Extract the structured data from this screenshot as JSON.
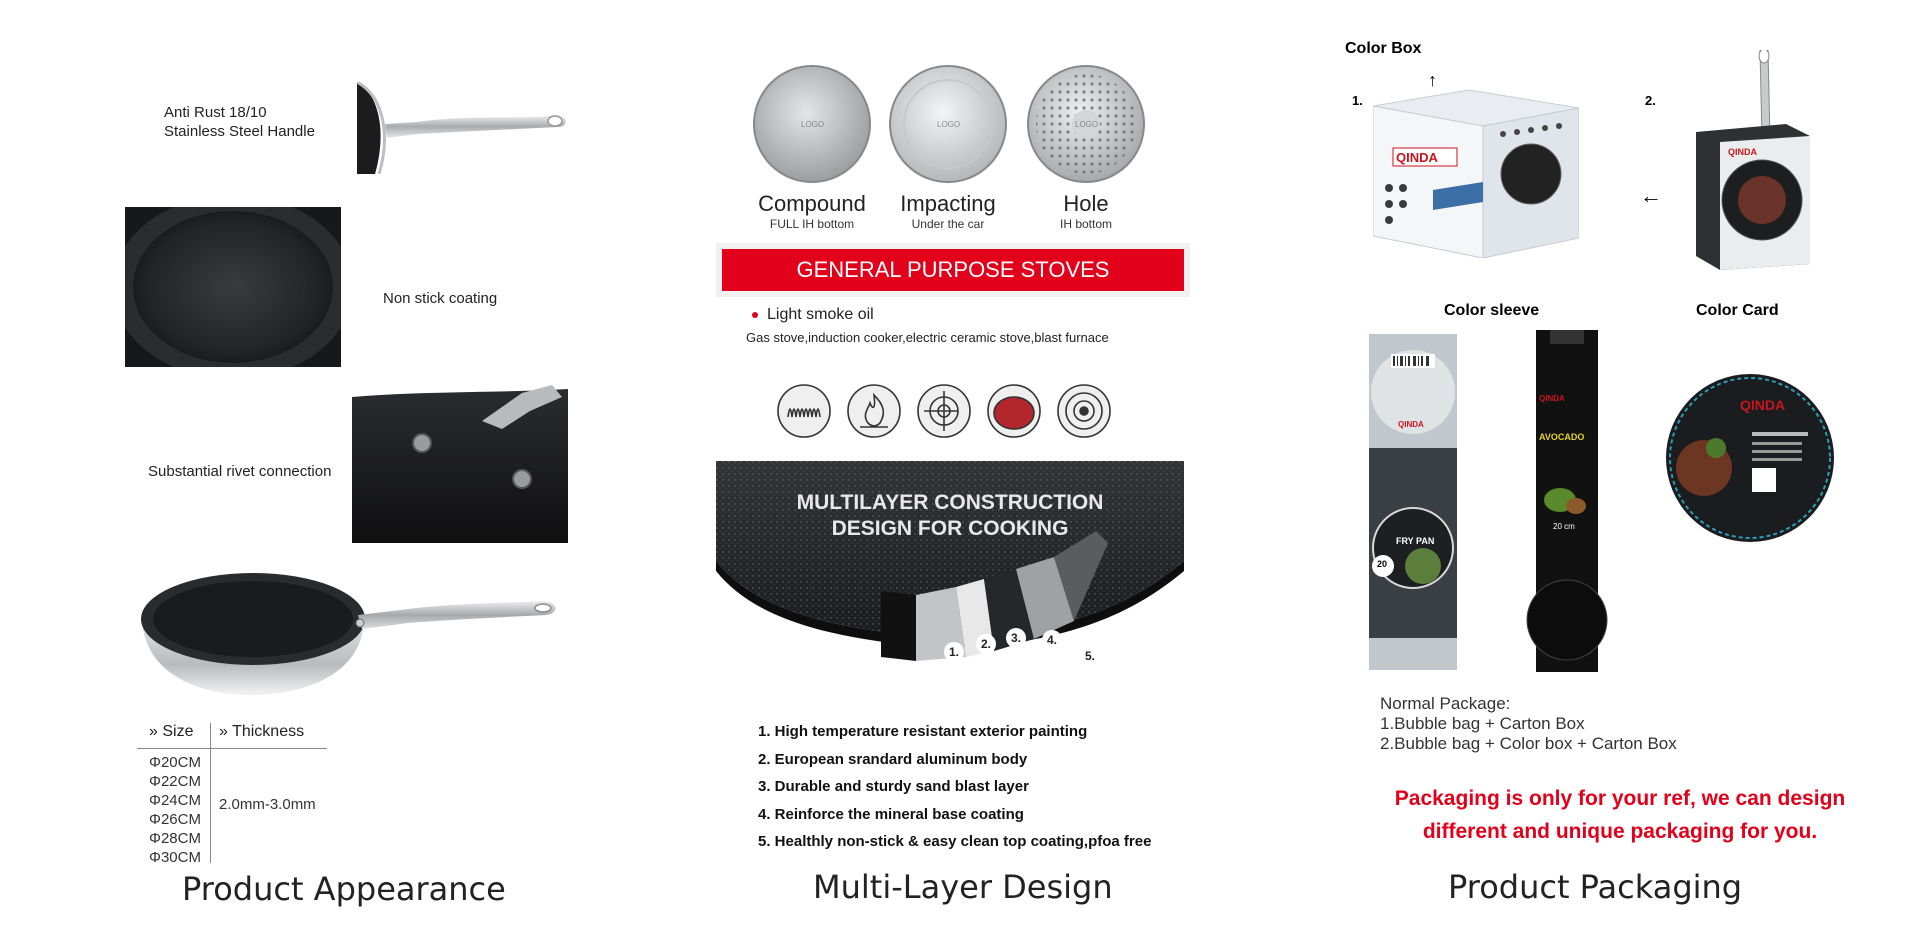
{
  "appearance": {
    "title": "Product Appearance",
    "labels": {
      "handle_line1": "Anti Rust 18/10",
      "handle_line2": "Stainless Steel Handle",
      "coating": "Non stick coating",
      "rivet": "Substantial rivet connection"
    },
    "size_table": {
      "size_header": "Size",
      "thickness_header": "Thickness",
      "sizes": [
        "Φ20CM",
        "Φ22CM",
        "Φ24CM",
        "Φ26CM",
        "Φ28CM",
        "Φ30CM"
      ],
      "thickness": "2.0mm-3.0mm"
    }
  },
  "multilayer": {
    "title": "Multi-Layer Design",
    "discs": [
      {
        "name": "Compound",
        "sub": "FULL IH bottom",
        "logo": "LOGO"
      },
      {
        "name": "Impacting",
        "sub": "Under the car",
        "logo": "LOGO"
      },
      {
        "name": "Hole",
        "sub": "IH bottom",
        "logo": "LOGO"
      }
    ],
    "banner": "GENERAL PURPOSE STOVES",
    "smoke": "Light smoke oil",
    "stoves": "Gas stove,induction cooker,electric ceramic stove,blast furnace",
    "stove_icons": [
      "coil-stove-icon",
      "gas-flame-icon",
      "gas-burner-icon",
      "ceramic-plate-icon",
      "induction-icon"
    ],
    "construction_line1": "MULTILAYER CONSTRUCTION",
    "construction_line2": "DESIGN FOR COOKING",
    "layer_numbers": [
      "1.",
      "2.",
      "3.",
      "4.",
      "5."
    ],
    "layers": [
      "1. High temperature resistant exterior painting",
      "2. European srandard aluminum body",
      "3. Durable and sturdy sand blast layer",
      "4. Reinforce the mineral base coating",
      "5. Healthly non-stick & easy clean top coating,pfoa free"
    ]
  },
  "packaging": {
    "title": "Product Packaging",
    "color_box": "Color Box",
    "color_sleeve": "Color sleeve",
    "color_card": "Color Card",
    "num1": "1.",
    "num2": "2.",
    "brand": "QINDA",
    "sleeve1_text": "FRY PAN",
    "sleeve1_size": "20",
    "sleeve2_text": "AVOCADO",
    "sleeve2_size": "20 cm",
    "normal_title": "Normal Package:",
    "normal_1": "1.Bubble bag + Carton Box",
    "normal_2": "2.Bubble bag + Color box + Carton Box",
    "note_line1": "Packaging is only for your ref, we can design",
    "note_line2": "different and unique packaging for you."
  },
  "colors": {
    "red": "#e2001a",
    "pan_black": "#1c1c1e",
    "steel": "#c9cacc"
  }
}
